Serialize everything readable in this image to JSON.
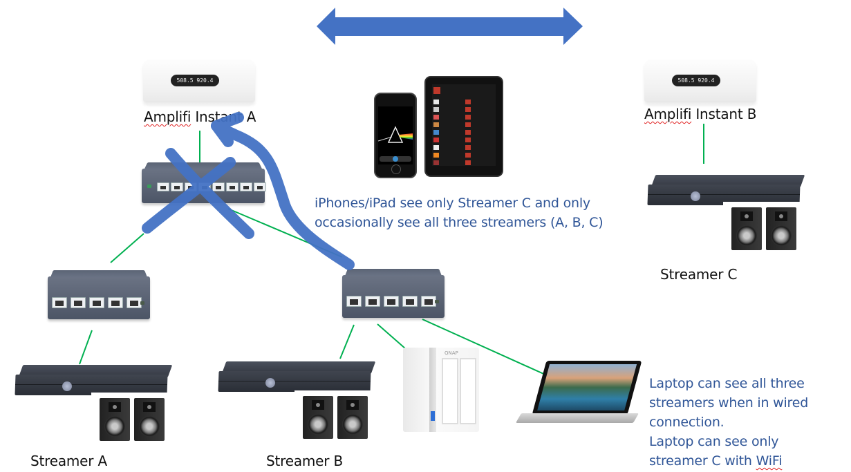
{
  "diagram": {
    "arrow": {
      "type": "double-headed",
      "color": "#4472c4"
    },
    "connection_color": "#00b050",
    "annotation_color": "#4472c4",
    "nodes": {
      "router_a": {
        "label": "Amplifi Instant A",
        "display": "508.5 920.4"
      },
      "router_b": {
        "label": "Amplifi Instant B",
        "display": "508.5 920.4"
      },
      "streamer_a": {
        "label": "Streamer A"
      },
      "streamer_b": {
        "label": "Streamer B"
      },
      "streamer_c": {
        "label": "Streamer C"
      },
      "nas": {
        "brand": "QNAP"
      },
      "mobile_devices": {
        "icon": "iphone-ipad-icon"
      },
      "laptop": {
        "icon": "laptop-icon"
      },
      "switch_top": {
        "icon": "network-switch-8-port-icon",
        "crossed_out": true
      },
      "switch_left": {
        "icon": "network-switch-5-port-icon"
      },
      "switch_right": {
        "icon": "network-switch-5-port-icon"
      }
    },
    "notes": {
      "mobile": {
        "line1": "iPhones/iPad see only Streamer C and only",
        "line2": "occasionally see all three streamers (A, B, C)"
      },
      "laptop": {
        "line1": "Laptop can see all three",
        "line2": "streamers when in wired",
        "line3": "connection.",
        "line4": "Laptop can see only",
        "line5_prefix": "streamer C with ",
        "line5_word": "WiFi"
      }
    },
    "label_parts": {
      "amplifi": "Amplifi",
      "instant_a": " Instant A",
      "instant_b": " Instant B"
    }
  }
}
